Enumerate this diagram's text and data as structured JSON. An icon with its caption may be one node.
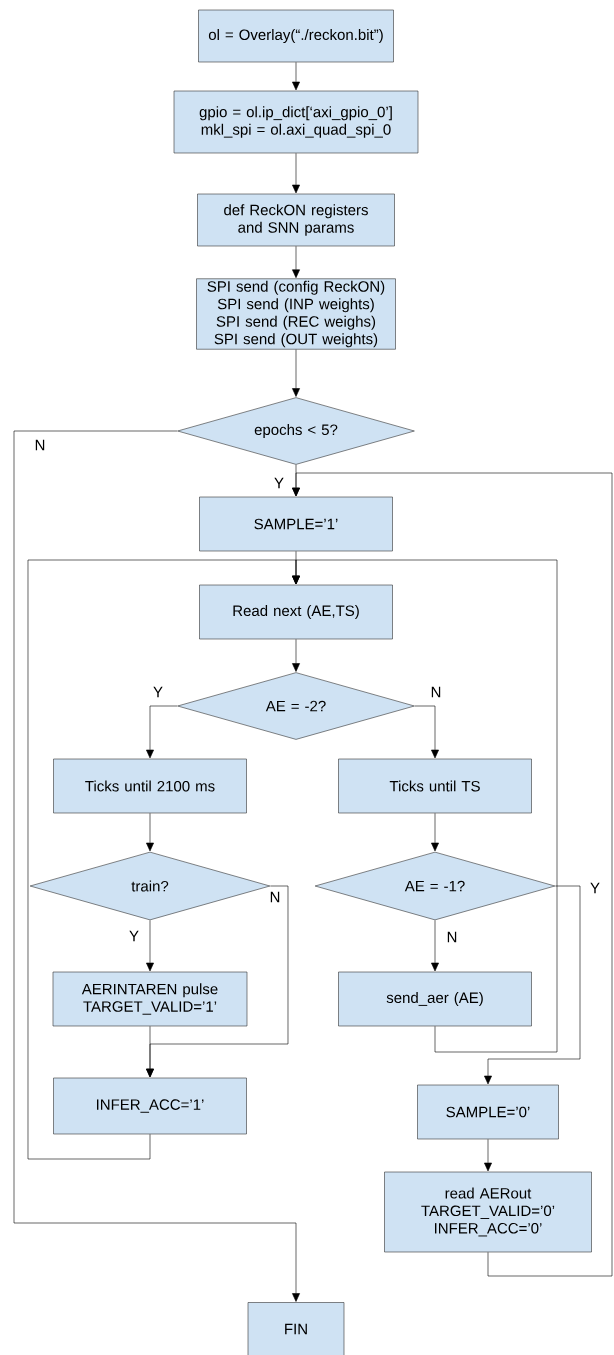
{
  "diagram": {
    "nodes": [
      {
        "text": [
          "ol = Overlay(“./reckon.bit”)"
        ]
      },
      {
        "text": [
          "gpio = ol.ip_dict[‘axi_gpio_0’]",
          "mkl_spi = ol.axi_quad_spi_0"
        ]
      },
      {
        "text": [
          "def ReckON registers and SNN params"
        ]
      },
      {
        "text": [
          "SPI send (config ReckON)",
          "SPI send (INP weights)",
          "SPI send (REC weighs)",
          "SPI send (OUT weights)"
        ]
      },
      {
        "text": [
          "epochs < 5?"
        ]
      },
      {
        "text": [
          "SAMPLE=’1’"
        ]
      },
      {
        "text": [
          "Read next (AE,TS)"
        ]
      },
      {
        "text": [
          "AE = -2?"
        ]
      },
      {
        "text": [
          "Ticks until 2100 ms"
        ]
      },
      {
        "text": [
          "Ticks until TS"
        ]
      },
      {
        "text": [
          "train?"
        ]
      },
      {
        "text": [
          "AE = -1?"
        ]
      },
      {
        "text": [
          "AERINTAREN pulse",
          "TARGET_VALID=’1’"
        ]
      },
      {
        "text": [
          "send_aer (AE)"
        ]
      },
      {
        "text": [
          "INFER_ACC=’1’"
        ]
      },
      {
        "text": [
          "SAMPLE=’0’"
        ]
      },
      {
        "text": [
          "read AERout",
          "TARGET_VALID=’0’",
          "INFER_ACC=’0’"
        ]
      },
      {
        "text": [
          "FIN"
        ]
      }
    ],
    "edges": [
      {
        "from": 0,
        "to": 1,
        "arrow": "to"
      },
      {
        "from": 1,
        "to": 2,
        "arrow": "to"
      },
      {
        "from": 2,
        "to": 3,
        "arrow": "to"
      },
      {
        "from": 3,
        "to": 4,
        "arrow": "to"
      },
      {
        "from": 4,
        "to": 5,
        "arrow": "to",
        "label": "Y"
      },
      {
        "from": 4,
        "to": 17,
        "arrow": "to",
        "label": "N"
      },
      {
        "from": 5,
        "to": 6,
        "arrow": "to"
      },
      {
        "from": 6,
        "to": 7,
        "arrow": "to"
      },
      {
        "from": 7,
        "to": 8,
        "arrow": "to",
        "label": "Y"
      },
      {
        "from": 7,
        "to": 9,
        "arrow": "to",
        "label": "N"
      },
      {
        "from": 8,
        "to": 10,
        "arrow": "to"
      },
      {
        "from": 9,
        "to": 11,
        "arrow": "to"
      },
      {
        "from": 10,
        "to": 12,
        "arrow": "to",
        "label": "Y"
      },
      {
        "from": 10,
        "to": 14,
        "arrow": "to",
        "label": "N"
      },
      {
        "from": 11,
        "to": 13,
        "arrow": "to",
        "label": "N"
      },
      {
        "from": 11,
        "to": 15,
        "arrow": "to",
        "label": "Y"
      },
      {
        "from": 12,
        "to": 14,
        "arrow": "to"
      },
      {
        "from": 13,
        "to": 6,
        "arrow": "to"
      },
      {
        "from": 14,
        "to": 6,
        "arrow": "to"
      },
      {
        "from": 15,
        "to": 16,
        "arrow": "to"
      },
      {
        "from": 16,
        "to": 5,
        "arrow": "to"
      }
    ]
  }
}
